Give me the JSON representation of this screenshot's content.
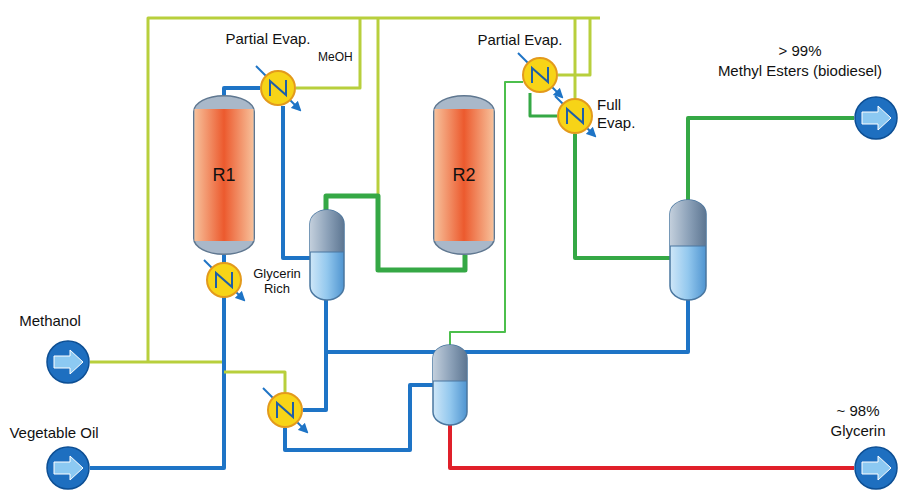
{
  "diagram": {
    "nodes": [
      {
        "text": [
          "Partial Evap."
        ]
      },
      {
        "text": [
          "Partial Evap."
        ]
      },
      {
        "text": [
          "> 99%",
          "Methyl Esters (biodiesel)"
        ]
      },
      {
        "text": [
          "R1"
        ]
      },
      {
        "text": [
          "R2"
        ]
      },
      {
        "text": [
          "Full Evap."
        ]
      },
      {
        "text": [
          "Methanol"
        ]
      },
      {
        "text": [
          "~ 98%",
          "Glycerin"
        ]
      },
      {
        "text": [
          "Vegetable Oil"
        ]
      }
    ],
    "edges": [
      {
        "from": 6,
        "to": 3,
        "arrow": "none"
      },
      {
        "from": 8,
        "to": 3,
        "arrow": "none"
      },
      {
        "from": 3,
        "to": 0,
        "arrow": "none"
      },
      {
        "from": 1,
        "to": 5,
        "arrow": "none"
      },
      {
        "from": 5,
        "to": 2,
        "arrow": "none"
      }
    ],
    "labels": [
      "MeOH",
      "Glycerin Rich"
    ]
  }
}
